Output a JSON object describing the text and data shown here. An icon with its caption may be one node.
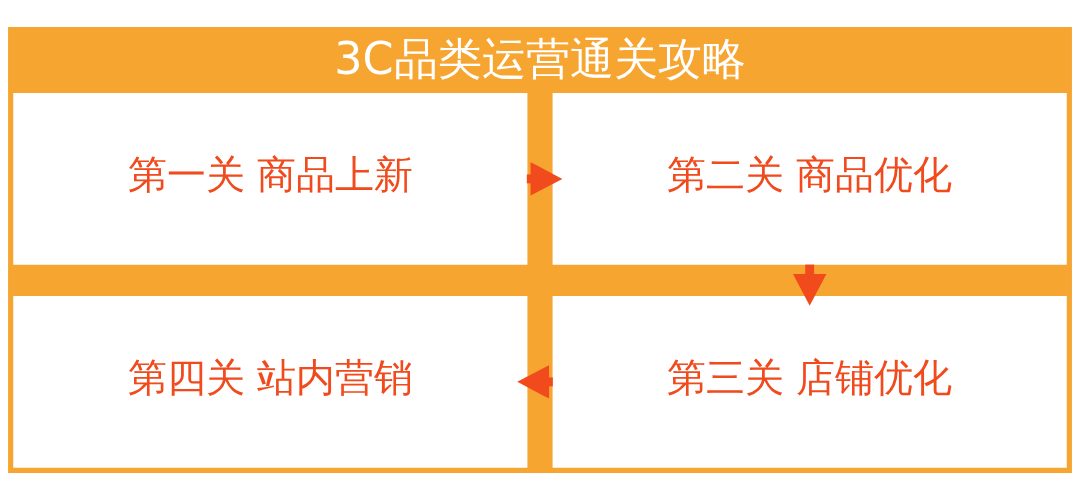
{
  "diagram": {
    "title": "3C品类运营通关攻略",
    "nodes": [
      {
        "text": [
          "第一关 商品上新"
        ]
      },
      {
        "text": [
          "第二关 商品优化"
        ]
      },
      {
        "text": [
          "第三关 店铺优化"
        ]
      },
      {
        "text": [
          "第四关 站内营销"
        ]
      }
    ],
    "edges": [
      {
        "from": 0,
        "to": 1,
        "arrow": "to"
      },
      {
        "from": 1,
        "to": 2,
        "arrow": "to"
      },
      {
        "from": 2,
        "to": 3,
        "arrow": "to"
      }
    ]
  }
}
